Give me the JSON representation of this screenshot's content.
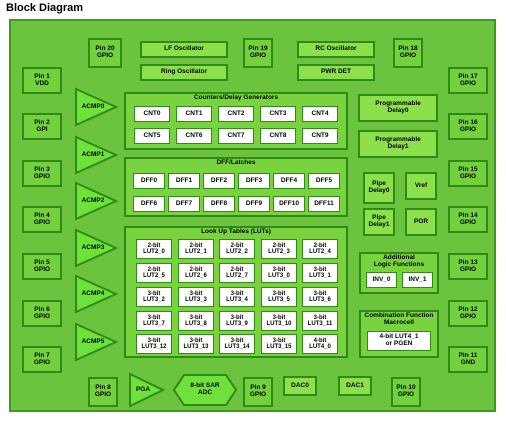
{
  "title": "Block Diagram",
  "left_pins": [
    "Pin 1\nVDD",
    "Pin 2\nGPI",
    "Pin 3\nGPIO",
    "Pin 4\nGPIO",
    "Pin 5\nGPIO",
    "Pin 6\nGPIO",
    "Pin 7\nGPIO"
  ],
  "right_pins": [
    "Pin 17\nGPIO",
    "Pin 16\nGPIO",
    "Pin 15\nGPIO",
    "Pin 14\nGPIO",
    "Pin 13\nGPIO",
    "Pin 12\nGPIO",
    "Pin 11\nGND"
  ],
  "top_pins": [
    "Pin 20\nGPIO",
    "Pin 19\nGPIO",
    "Pin 18\nGPIO"
  ],
  "bottom_pins": [
    "Pin 8\nGPIO",
    "Pin 9\nGPIO",
    "Pin 10\nGPIO"
  ],
  "oscillators": {
    "lf": "LF Oscillator",
    "ring": "Ring Oscillator",
    "rc": "RC Oscillator",
    "pwr_det": "PWR DET"
  },
  "acmps": [
    "ACMP0",
    "ACMP1",
    "ACMP2",
    "ACMP3",
    "ACMP4",
    "ACMP5"
  ],
  "counters": {
    "title": "Counters/Delay Generators",
    "cells": [
      "CNT0",
      "CNT1",
      "CNT2",
      "CNT3",
      "CNT4",
      "CNT5",
      "CNT6",
      "CNT7",
      "CNT8",
      "CNT9"
    ]
  },
  "dff": {
    "title": "DFF/Latches",
    "cells": [
      "DFF0",
      "DFF1",
      "DFF2",
      "DFF3",
      "DFF4",
      "DFF5",
      "DFF6",
      "DFF7",
      "DFF8",
      "DFF9",
      "DFF10",
      "DFF11"
    ]
  },
  "luts": {
    "title": "Look Up Tables (LUTs)",
    "cells": [
      "2-bit\nLUT2_0",
      "2-bit\nLUT2_1",
      "2-bit\nLUT2_2",
      "2-bit\nLUT2_3",
      "2-bit\nLUT2_4",
      "2-bit\nLUT2_5",
      "2-bit\nLUT2_6",
      "2-bit\nLUT2_7",
      "3-bit\nLUT3_0",
      "3-bit\nLUT3_1",
      "3-bit\nLUT3_2",
      "3-bit\nLUT3_3",
      "3-bit\nLUT3_4",
      "3-bit\nLUT3_5",
      "3-bit\nLUT3_6",
      "3-bit\nLUT3_7",
      "3-bit\nLUT3_8",
      "3-bit\nLUT3_9",
      "3-bit\nLUT3_10",
      "3-bit\nLUT3_11",
      "3-bit\nLUT3_12",
      "3-bit\nLUT3_13",
      "3-bit\nLUT3_14",
      "3-bit\nLUT3_15",
      "4-bit\nLUT4_0"
    ]
  },
  "right_blocks": {
    "prog_delay0": "Programmable\nDelay0",
    "prog_delay1": "Programmable\nDelay1",
    "pipe_delay0": "Pipe\nDelay0",
    "pipe_delay1": "Pipe\nDelay1",
    "vref": "Vref",
    "por": "POR",
    "additional_title": "Additional\nLogic Functions",
    "inv0": "INV_0",
    "inv1": "INV_1",
    "combo_title": "Combination Function\nMacrocell",
    "combo_cell": "4-bit LUT4_1\nor PGEN"
  },
  "bottom_row": {
    "pga": "PGA",
    "adc": "8-bit SAR\nADC",
    "dac0": "DAC0",
    "dac1": "DAC1"
  }
}
